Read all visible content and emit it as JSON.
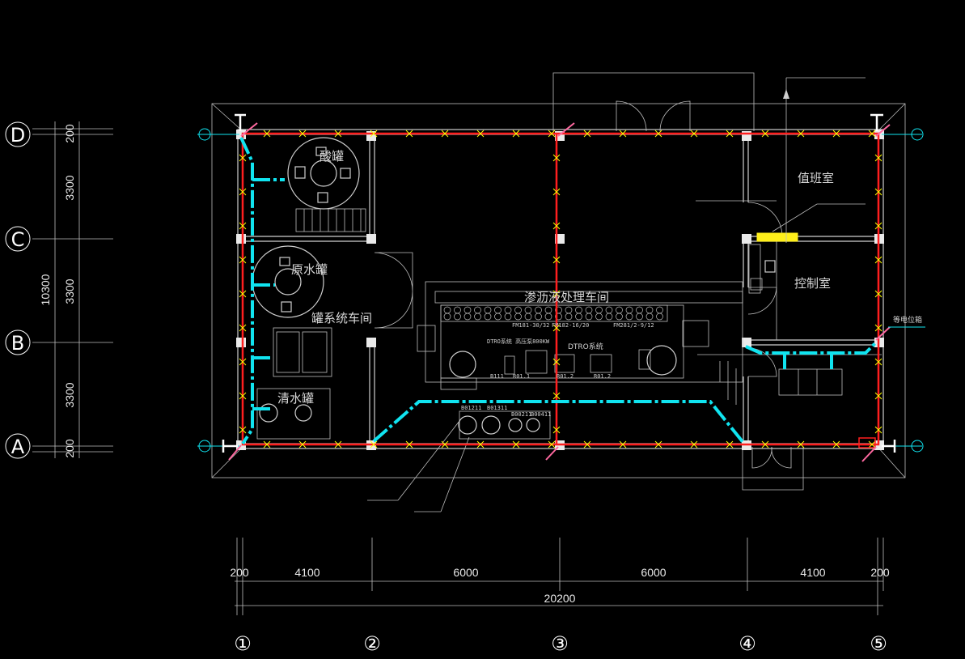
{
  "axes": {
    "vertical": [
      "①",
      "②",
      "③",
      "④",
      "⑤"
    ],
    "horizontal": [
      "D",
      "C",
      "B",
      "A"
    ]
  },
  "dimensions": {
    "bottom_segments": [
      "200",
      "4100",
      "6000",
      "6000",
      "4100",
      "200"
    ],
    "bottom_total": "20200",
    "left_segments": [
      "200",
      "3300",
      "3300",
      "3300",
      "200"
    ],
    "left_total": "10300"
  },
  "rooms": {
    "acid_tank": "酸罐",
    "raw_water_tank": "原水罐",
    "tank_workshop": "罐系统车间",
    "clean_water_tank": "清水罐",
    "leachate_workshop": "渗沥液处理车间",
    "duty_room": "值班室",
    "control_room": "控制室"
  },
  "equipment": {
    "fm_left": "FM181-30/32",
    "fm_mid": "FM182-16/20",
    "fm_right": "FM281/2-9/12",
    "dtro_label": "DTRO系统",
    "dtro_pump": "DTRO系统 高压泵800KW",
    "dtro_main": "DTRO系统",
    "b111": "B111",
    "r01_1": "R01.1",
    "r01_2": "R01.2",
    "r01_2b": "R01.2",
    "b01211": "B01211",
    "b01311": "B01311",
    "b00211": "B00211",
    "b00411": "B00411"
  },
  "legend": {
    "equipotential": "等电位箱"
  },
  "colors": {
    "wire": "#ff1e1e",
    "ground": "#10e4f0",
    "lightning_mark": "#ffff00",
    "wall": "#cfcfcf"
  }
}
